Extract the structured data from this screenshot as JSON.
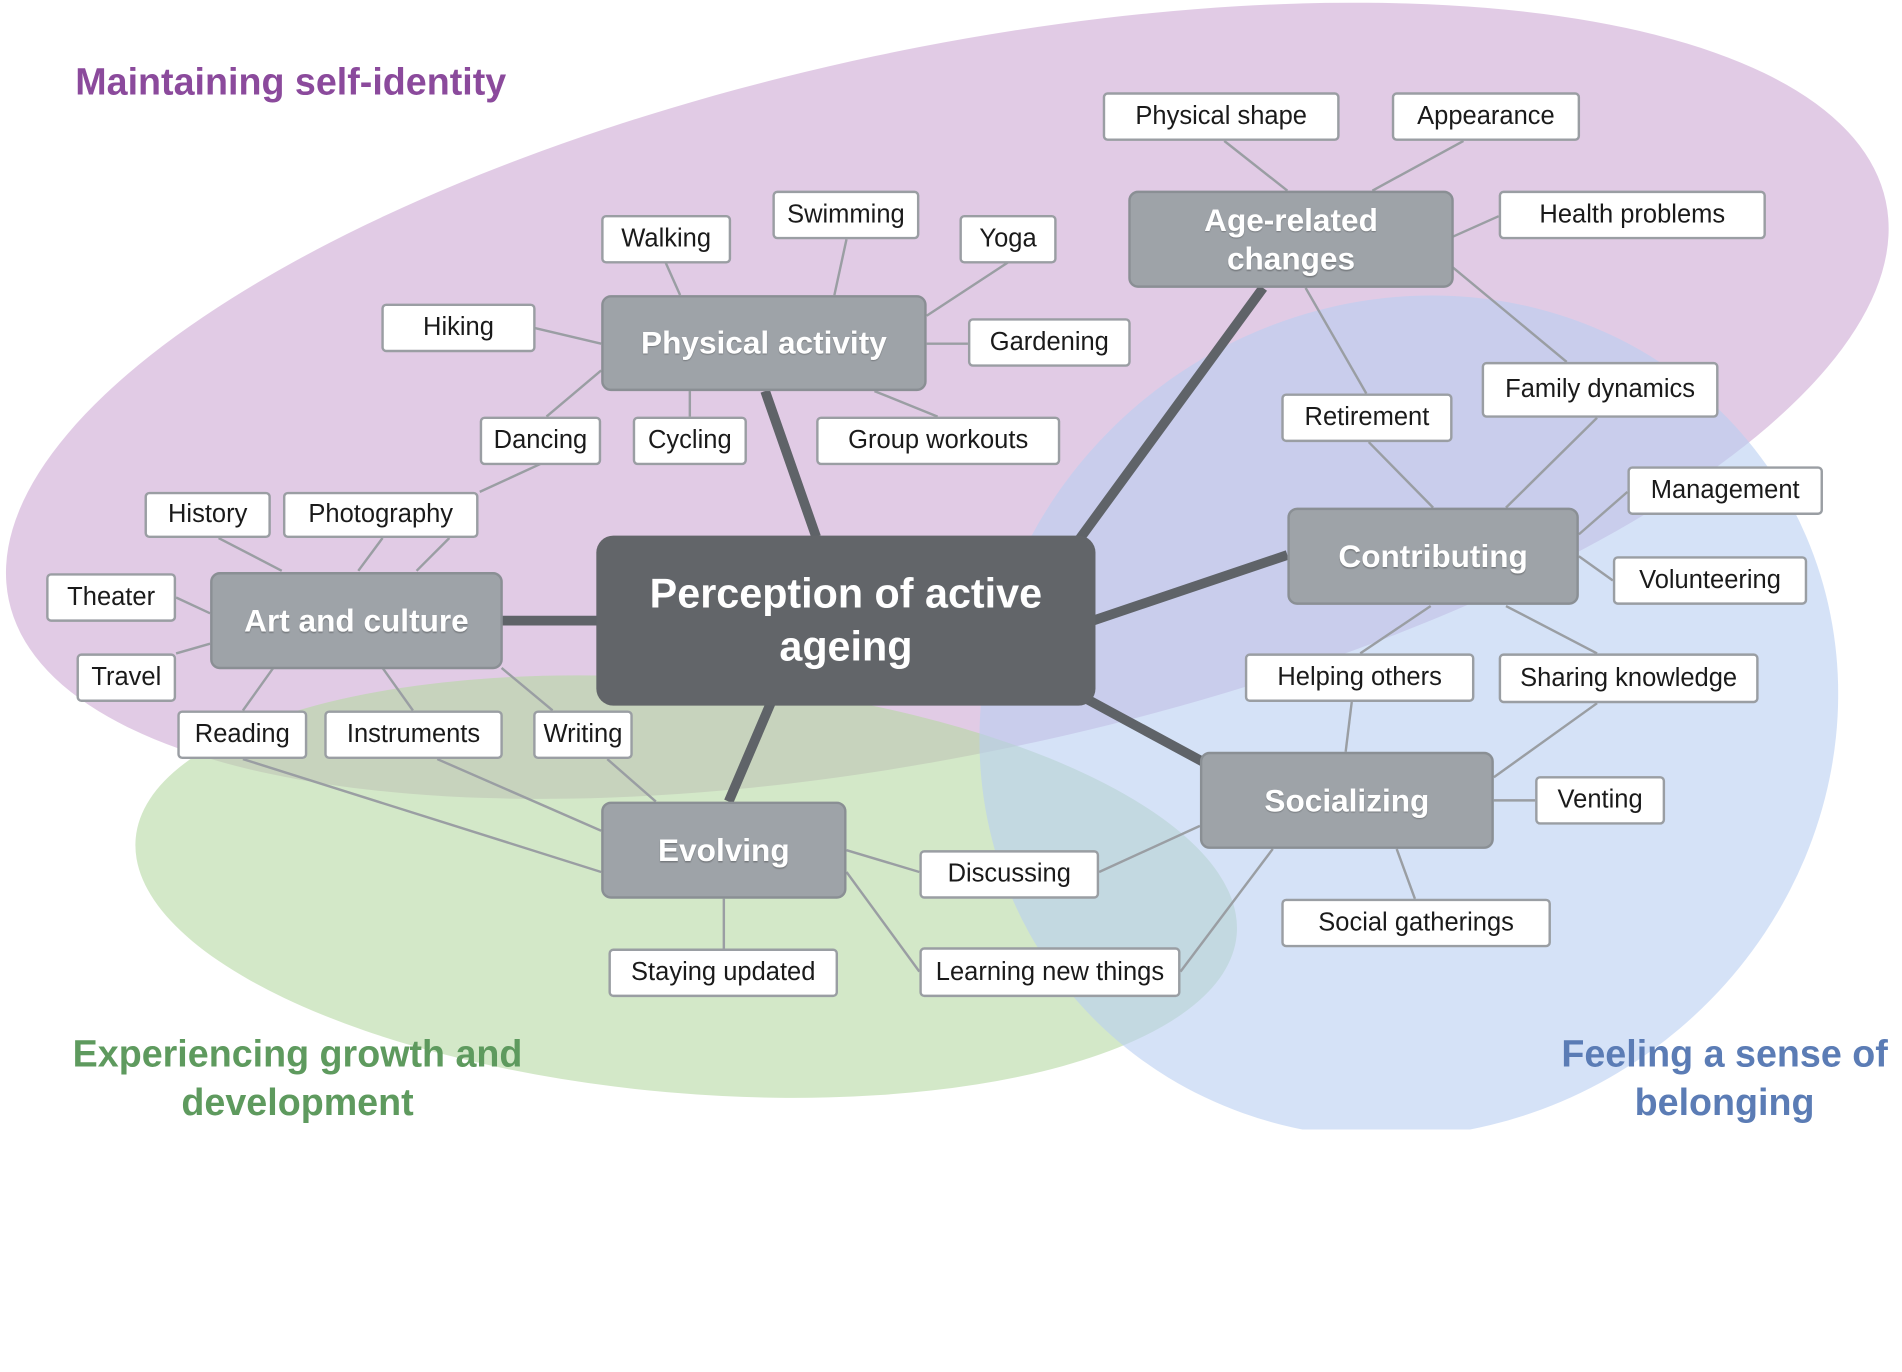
{
  "central": "Perception of active ageing",
  "domains": [
    {
      "key": "self",
      "label": "Maintaining self-identity",
      "color": "#8b4a9c"
    },
    {
      "key": "growth",
      "label": "Experiencing growth and development",
      "color": "#5e9a5e"
    },
    {
      "key": "belonging",
      "label": "Feeling a sense of belonging",
      "color": "#5b7cb5"
    }
  ],
  "themes": {
    "physical": "Physical activity",
    "age": "Age-related changes",
    "art": "Art and culture",
    "contributing": "Contributing",
    "socializing": "Socializing",
    "evolving": "Evolving"
  },
  "items": {
    "walking": "Walking",
    "swimming": "Swimming",
    "yoga": "Yoga",
    "hiking": "Hiking",
    "gardening": "Gardening",
    "dancing": "Dancing",
    "cycling": "Cycling",
    "group_workouts": "Group workouts",
    "physical_shape": "Physical shape",
    "appearance": "Appearance",
    "health_problems": "Health problems",
    "retirement": "Retirement",
    "family_dynamics": "Family dynamics",
    "history": "History",
    "photography": "Photography",
    "theater": "Theater",
    "travel": "Travel",
    "reading": "Reading",
    "instruments": "Instruments",
    "writing": "Writing",
    "management": "Management",
    "volunteering": "Volunteering",
    "helping_others": "Helping others",
    "sharing_knowledge": "Sharing knowledge",
    "venting": "Venting",
    "discussing": "Discussing",
    "social_gatherings": "Social gatherings",
    "staying_updated": "Staying updated",
    "learning_new_things": "Learning new things"
  },
  "colors": {
    "self_fill": "#c9a0d0",
    "growth_fill": "#b6d8a4",
    "belonging_fill": "#b9cff2",
    "thick_connector": "#5f6368",
    "thin_connector": "#9a9ea3",
    "theme_fill": "#9ea3a8",
    "center_fill": "#626569"
  }
}
